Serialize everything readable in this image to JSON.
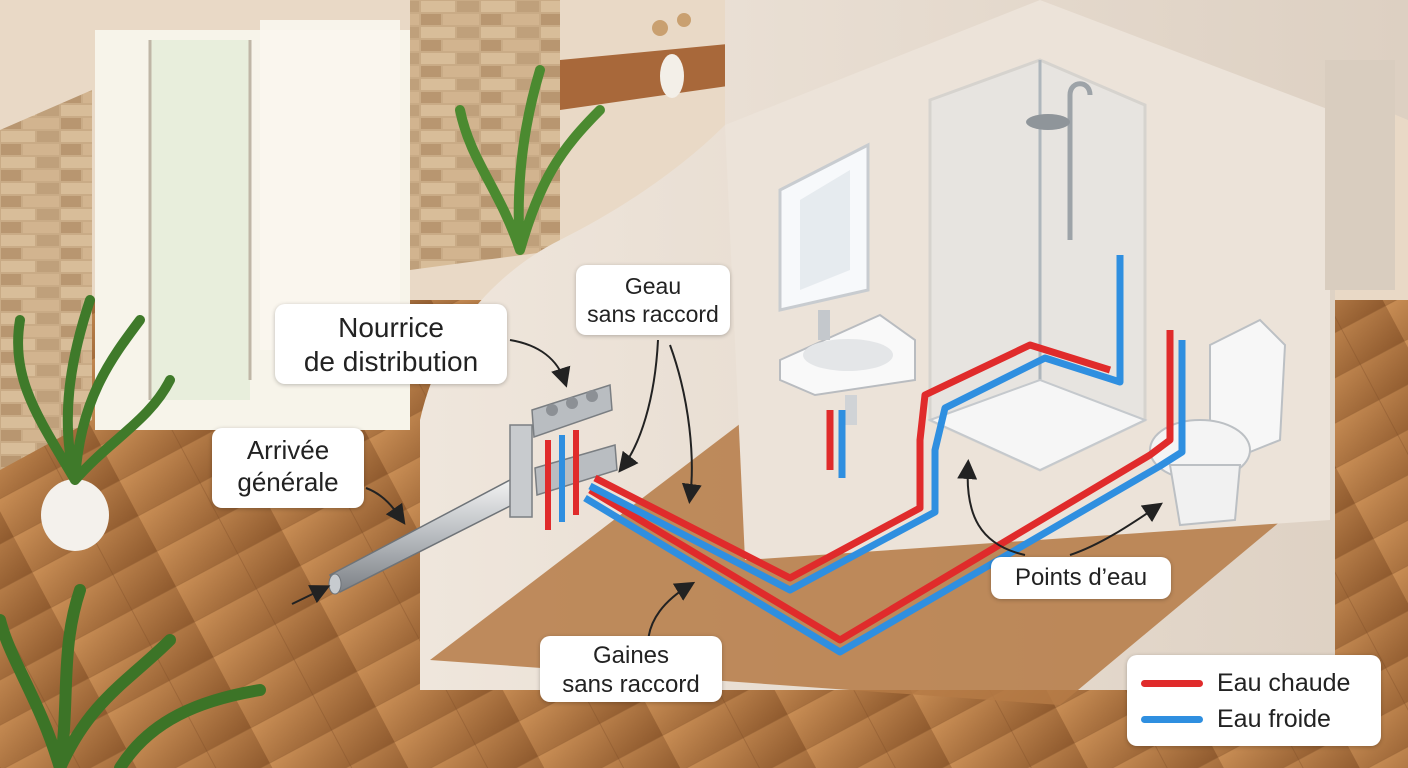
{
  "labels": {
    "nourrice": {
      "line1": "Nourrice",
      "line2": "de distribution"
    },
    "arrivee": {
      "line1": "Arrivée",
      "line2": "générale"
    },
    "geau": {
      "line1": "Geau",
      "line2": "sans raccord"
    },
    "gaines": {
      "line1": "Gaines",
      "line2": "sans raccord"
    },
    "points": {
      "text": "Points d’eau"
    }
  },
  "legend": {
    "hot": {
      "label": "Eau chaude",
      "color": "#e02b2b"
    },
    "cold": {
      "label": "Eau froide",
      "color": "#2f8fe0"
    }
  },
  "colors": {
    "floor": "#b57a45",
    "wall": "#e8dcd0",
    "pipe_hot": "#e02b2b",
    "pipe_cold": "#2f8fe0"
  }
}
